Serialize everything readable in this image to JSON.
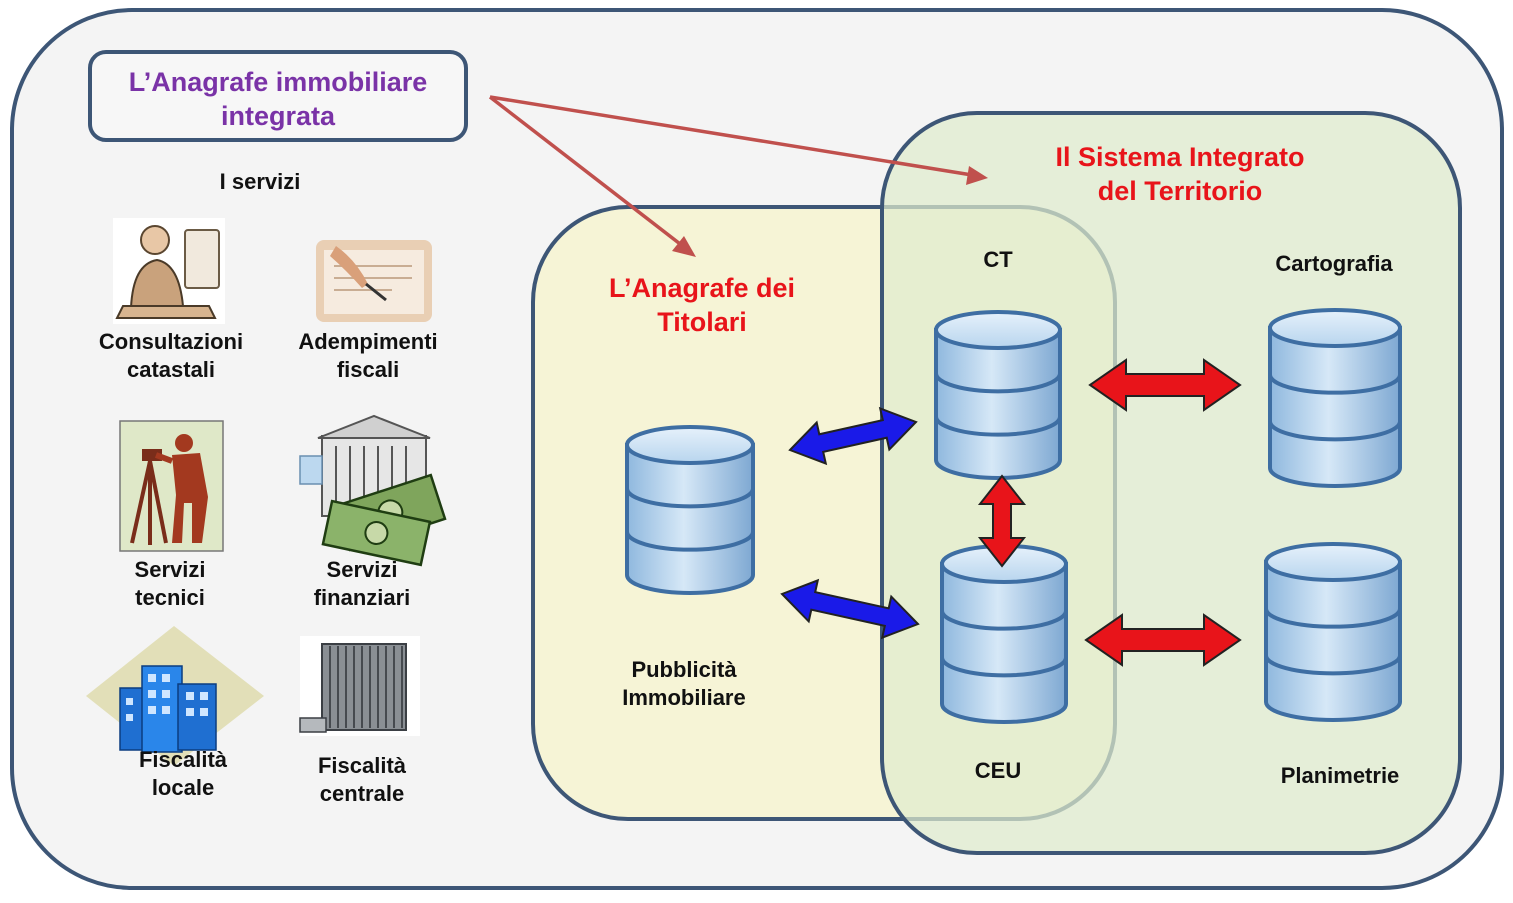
{
  "title": "L’Anagrafe immobiliare\nintegrata",
  "services_heading": "I servizi",
  "services": [
    {
      "label": "Consultazioni\ncatastali",
      "icon": "person-at-computer-icon"
    },
    {
      "label": "Adempimenti\nfiscali",
      "icon": "hand-signing-document-icon"
    },
    {
      "label": "Servizi\ntecnici",
      "icon": "surveyor-with-theodolite-icon"
    },
    {
      "label": "Servizi\nfinanziari",
      "icon": "bank-and-money-icon"
    },
    {
      "label": "Fiscalità\nlocale",
      "icon": "blue-office-buildings-icon"
    },
    {
      "label": "Fiscalità\ncentrale",
      "icon": "tall-government-building-icon"
    }
  ],
  "anagrafe_titolari": "L’Anagrafe dei\nTitolari",
  "sistema_integrato": "Il Sistema Integrato\ndel Territorio",
  "databases": {
    "pubblicita": "Pubblicità\nImmobiliare",
    "ct": "CT",
    "ceu": "CEU",
    "cartografia": "Cartografia",
    "planimetrie": "Planimetrie"
  },
  "colors": {
    "outer_border": "#3d5676",
    "outer_fill": "#f4f4f4",
    "titolari_fill": "#f6f4d6",
    "sistema_fill": "#e6efd9",
    "title_text": "#7a33a7",
    "red_text": "#e8141a",
    "db_fill": "#a9cdea",
    "db_stroke": "#3e6ea3",
    "arrow_red": "#e8141a",
    "arrow_blue": "#1a1ae8",
    "pointer_arrow": "#c0504d"
  }
}
